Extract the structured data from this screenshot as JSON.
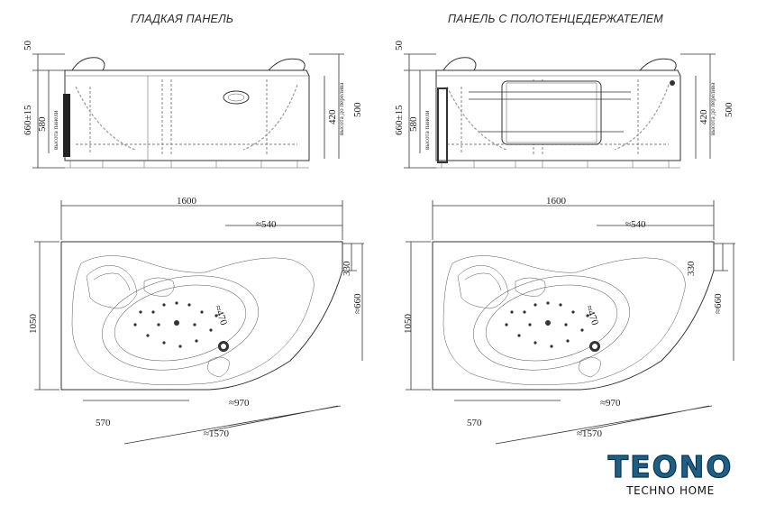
{
  "titles": {
    "left": "ГЛАДКАЯ ПАНЕЛЬ",
    "right": "ПАНЕЛЬ С ПОЛОТЕНЦЕДЕРЖАТЕЛЕМ"
  },
  "front_view_dims": {
    "d50": "50",
    "d660": "660±15",
    "d580": "580",
    "note_left": "высота панели",
    "d420": "420",
    "d500": "500",
    "note_right": "высота до перелива"
  },
  "top_view_dims": {
    "width": "1600",
    "depth": "1050",
    "d540": "≈540",
    "d330": "330",
    "d660": "≈660",
    "d970": "≈970",
    "d570": "570",
    "d1570": "≈1570",
    "d470": "≈470"
  },
  "logo": {
    "main": "TEONO",
    "sub": "TECHNO HOME"
  }
}
